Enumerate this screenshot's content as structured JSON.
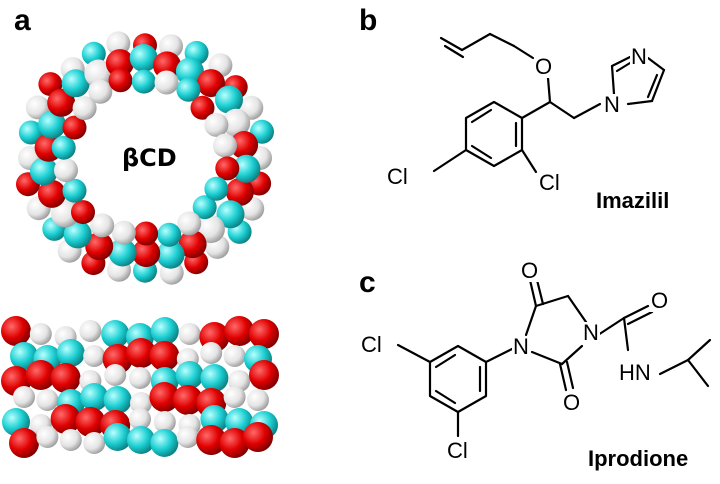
{
  "panels": {
    "a": {
      "letter": "a",
      "center_label": "βCD"
    },
    "b": {
      "letter": "b",
      "name": "Imazilil",
      "atoms": {
        "o": "O",
        "n_ring_top": "N",
        "n_ring": "N",
        "cl_left": "Cl",
        "cl_right": "Cl"
      }
    },
    "c": {
      "letter": "c",
      "name": "Iprodione",
      "atoms": {
        "o_top": "O",
        "n_left": "N",
        "n_right": "N",
        "o_amide": "O",
        "o_bottom": "O",
        "hn": "HN",
        "cl_top": "Cl",
        "cl_bottom": "Cl"
      }
    }
  },
  "colors": {
    "oxygen": "#e00000",
    "carbon": "#00c8cc",
    "hydrogen": "#e6e6e6",
    "bond": "#000000"
  }
}
